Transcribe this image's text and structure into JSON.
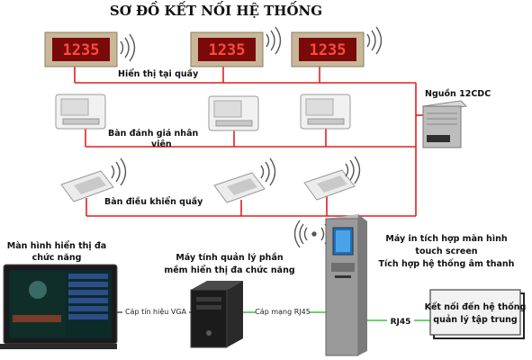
{
  "title": "SƠ ĐỒ KẾT NỐI HỆ THỐNG",
  "led_value": "1235",
  "labels": {
    "counter_display": "Hiển thị tại quầy",
    "rating_line1": "Bàn đánh giá nhân",
    "rating_line2": "viên",
    "control": "Bàn điều khiển quầy",
    "power": "Nguồn 12CDC",
    "monitor_line1": "Màn hình hiển thị đa",
    "monitor_line2": "chức năng",
    "pc_line1": "Máy tính quản lý phần",
    "pc_line2": "mềm hiển thị đa chức năng",
    "kiosk_line1": "Máy in tích hợp màn hình",
    "kiosk_line2": "touch screen",
    "kiosk_line3": "Tích hợp hệ thống âm thanh",
    "vga": "Cáp tín hiệu VGA",
    "rj45_cable": "Cáp mạng RJ45",
    "rj45": "RJ45",
    "central_line1": "Kết nối đến hệ thống",
    "central_line2": "quản lý tập trung"
  },
  "colors": {
    "wire_red": "#e41e1e",
    "wire_green": "#3cc43c",
    "led_bg": "#7a0a0a",
    "led_text": "#ff4a3a",
    "frame": "#c9b79a"
  }
}
